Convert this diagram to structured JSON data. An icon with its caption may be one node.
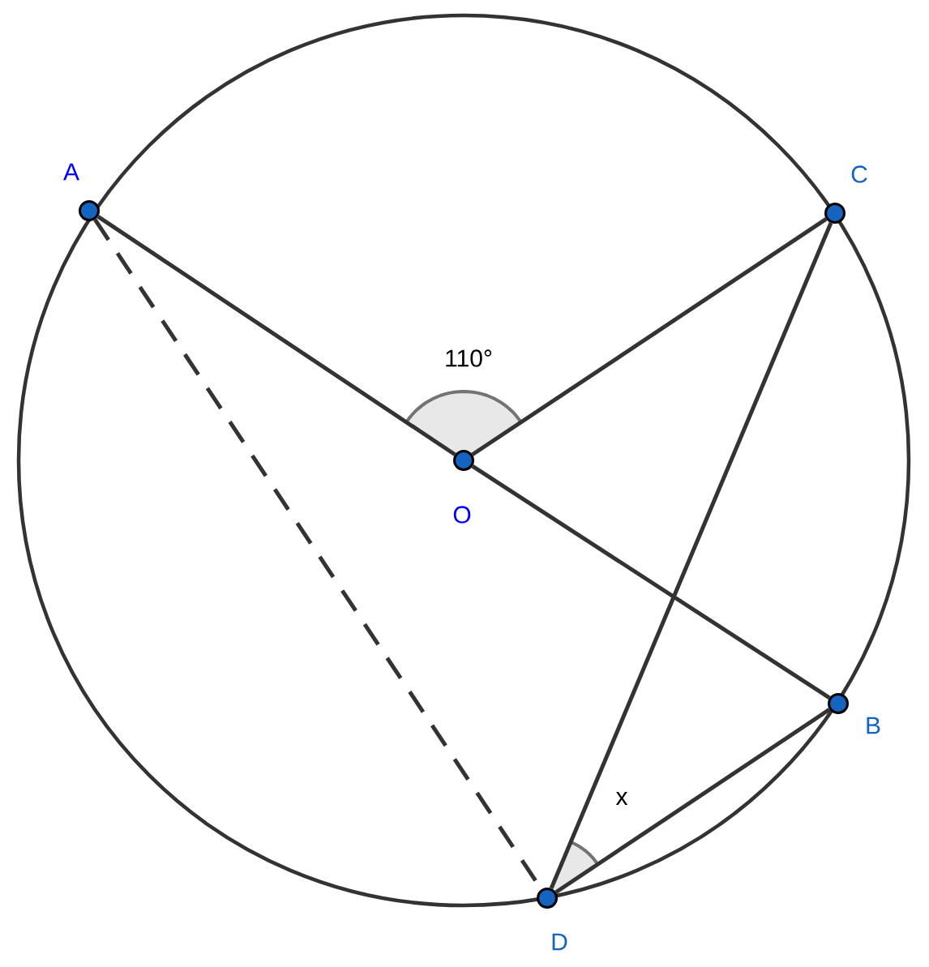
{
  "diagram": {
    "nodes": [
      {
        "text": [
          "A"
        ]
      },
      {
        "text": [
          "C"
        ]
      },
      {
        "text": [
          "O"
        ]
      },
      {
        "text": [
          "B"
        ]
      },
      {
        "text": [
          "D"
        ]
      }
    ],
    "edges": [
      {
        "from": 0,
        "to": 2,
        "arrow": "none"
      },
      {
        "from": 2,
        "to": 3,
        "arrow": "none"
      },
      {
        "from": 2,
        "to": 1,
        "arrow": "none"
      },
      {
        "from": 1,
        "to": 4,
        "arrow": "none"
      },
      {
        "from": 4,
        "to": 3,
        "arrow": "none"
      },
      {
        "from": 0,
        "to": 4,
        "arrow": "none",
        "style": "dashed"
      }
    ],
    "labels": [
      "110°",
      "x"
    ]
  }
}
